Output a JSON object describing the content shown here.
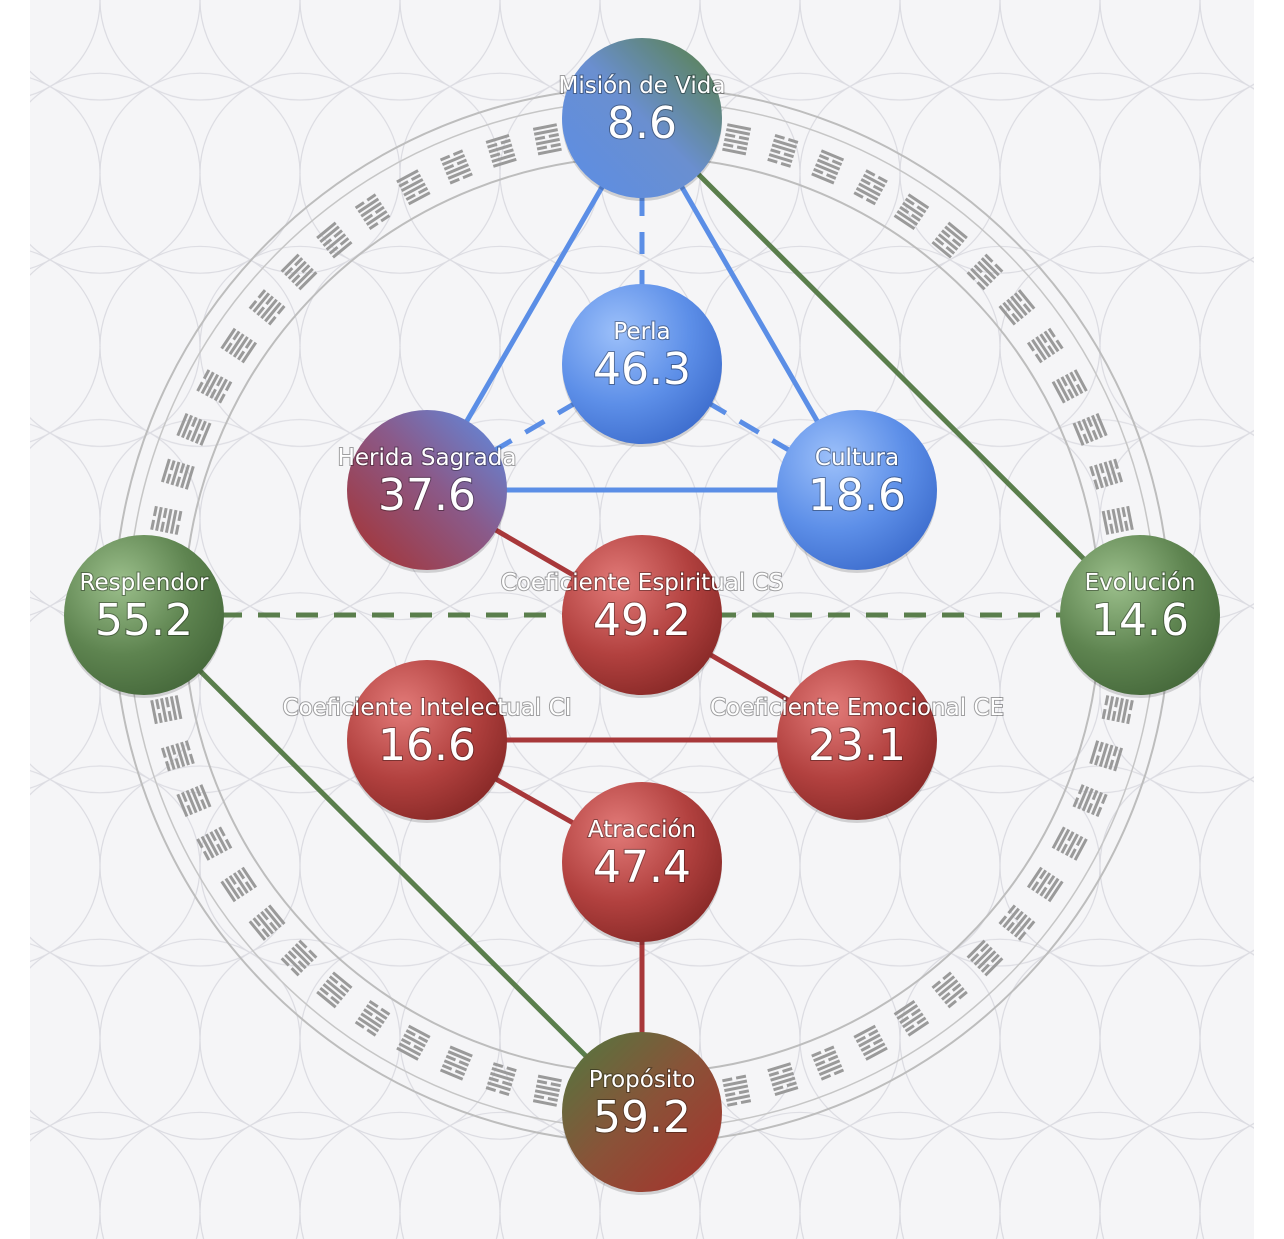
{
  "colors": {
    "blue": "#5b8ee6",
    "red": "#a8383a",
    "green": "#5a7e4c",
    "ring": "#b8b8b8",
    "background": "#f5f5f7"
  },
  "nodes": [
    {
      "id": "mision",
      "label": "Misión de Vida",
      "value": "8.6",
      "style": "blue-green"
    },
    {
      "id": "perla",
      "label": "Perla",
      "value": "46.3",
      "style": "blue"
    },
    {
      "id": "herida",
      "label": "Herida Sagrada",
      "value": "37.6",
      "style": "blue-red"
    },
    {
      "id": "cultura",
      "label": "Cultura",
      "value": "18.6",
      "style": "blue"
    },
    {
      "id": "resplendor",
      "label": "Resplendor",
      "value": "55.2",
      "style": "green"
    },
    {
      "id": "espiritual",
      "label": "Coeficiente Espiritual CS",
      "value": "49.2",
      "style": "red"
    },
    {
      "id": "evolucion",
      "label": "Evolución",
      "value": "14.6",
      "style": "green"
    },
    {
      "id": "intelectual",
      "label": "Coeficiente Intelectual CI",
      "value": "16.6",
      "style": "red"
    },
    {
      "id": "emocional",
      "label": "Coeficiente Emocional CE",
      "value": "23.1",
      "style": "red"
    },
    {
      "id": "atraccion",
      "label": "Atracción",
      "value": "47.4",
      "style": "red"
    },
    {
      "id": "proposito",
      "label": "Propósito",
      "value": "59.2",
      "style": "red-green"
    }
  ],
  "edges": [
    {
      "from": "mision",
      "to": "herida",
      "color": "blue",
      "dashed": false
    },
    {
      "from": "mision",
      "to": "cultura",
      "color": "blue",
      "dashed": false
    },
    {
      "from": "herida",
      "to": "cultura",
      "color": "blue",
      "dashed": false
    },
    {
      "from": "mision",
      "to": "perla",
      "color": "blue",
      "dashed": true
    },
    {
      "from": "herida",
      "to": "perla",
      "color": "blue",
      "dashed": true
    },
    {
      "from": "cultura",
      "to": "perla",
      "color": "blue",
      "dashed": true
    },
    {
      "from": "mision",
      "to": "evolucion",
      "color": "green",
      "dashed": false
    },
    {
      "from": "resplendor",
      "to": "proposito",
      "color": "green",
      "dashed": false
    },
    {
      "from": "resplendor",
      "to": "evolucion",
      "color": "green",
      "dashed": true
    },
    {
      "from": "herida",
      "to": "espiritual",
      "color": "red",
      "dashed": false
    },
    {
      "from": "espiritual",
      "to": "emocional",
      "color": "red",
      "dashed": false
    },
    {
      "from": "intelectual",
      "to": "emocional",
      "color": "red",
      "dashed": false
    },
    {
      "from": "intelectual",
      "to": "atraccion",
      "color": "red",
      "dashed": false
    },
    {
      "from": "atraccion",
      "to": "proposito",
      "color": "red",
      "dashed": false
    }
  ]
}
